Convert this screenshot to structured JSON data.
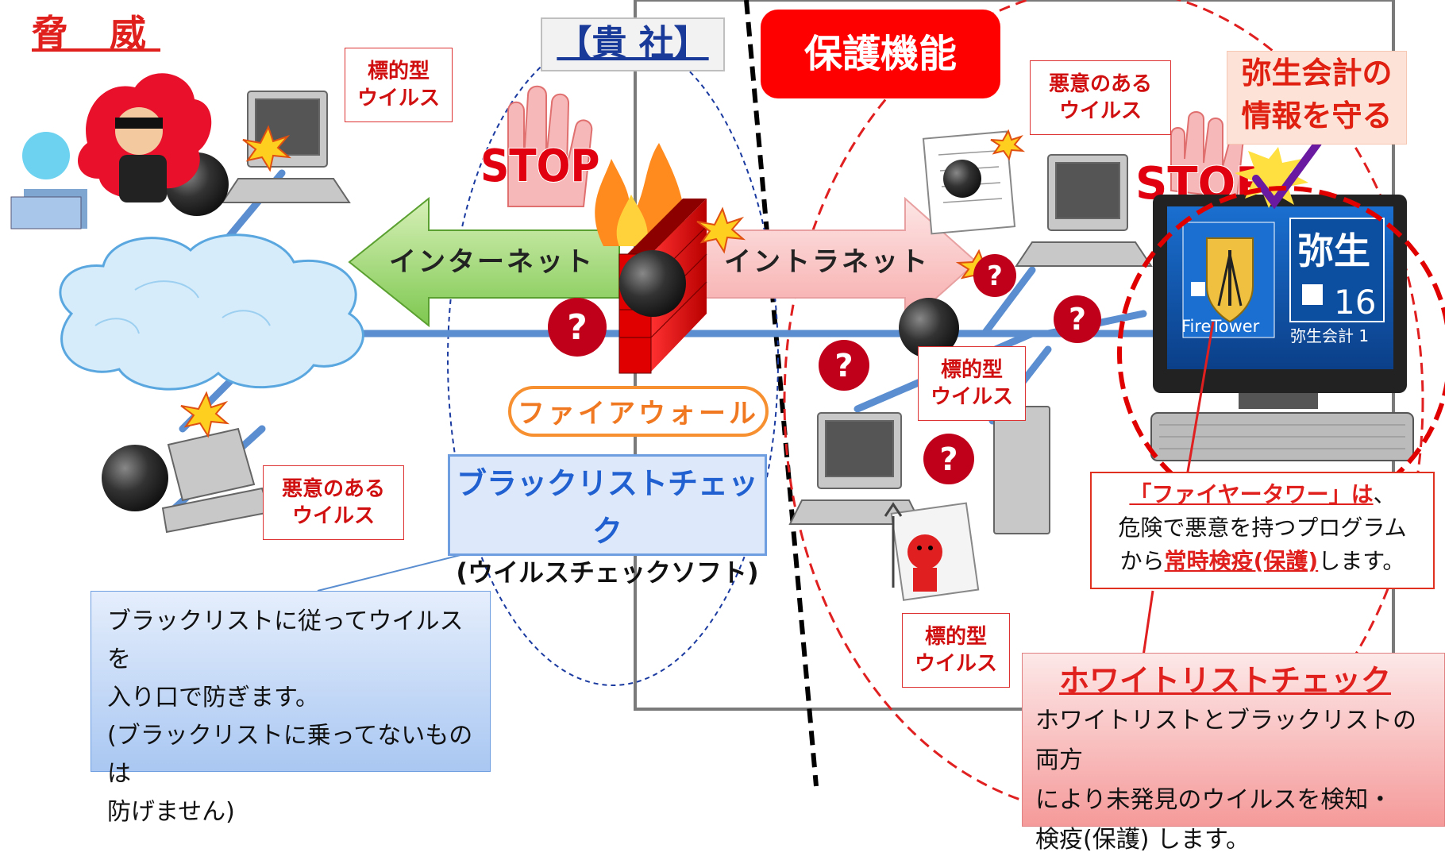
{
  "threat_title": "脅 威",
  "company_label": "【貴 社】",
  "protection_title": "保護機能",
  "yayoi_protect": [
    "弥生会計の",
    "情報を守る"
  ],
  "network": {
    "internet": "インターネット",
    "intranet": "イントラネット"
  },
  "firewall_label": "ファイアウォール",
  "stop_sign": "STOP",
  "question_mark": "?",
  "virus_labels": {
    "targeted": [
      "標的型",
      "ウイルス"
    ],
    "malicious": [
      "悪意のある",
      "ウイルス"
    ]
  },
  "blacklist": {
    "title": "ブラックリストチェック",
    "subtitle": "(ウイルスチェックソフト)"
  },
  "blacklist_note": [
    "ブラックリストに従ってウイルスを",
    "入り口で防ぎます。",
    "(ブラックリストに乗ってないものは",
    "防げません)"
  ],
  "screen_icons": {
    "firetower": "FireTower",
    "yayoi_name": "弥生",
    "yayoi_version": "16",
    "yayoi_caption": "弥生会計 1"
  },
  "firetower_note": {
    "product": "「ファイヤータワー」は",
    "after_product": "、",
    "line2": "危険で悪意を持つプログラム",
    "line3_pre": "から",
    "line3_hl": "常時検疫(保護)",
    "line3_post": "します。"
  },
  "whitelist": {
    "title": "ホワイトリストチェック",
    "lines": [
      "ホワイトリストとブラックリストの両方",
      "により未発見のウイルスを検知・",
      "検疫(保護) します。"
    ]
  },
  "colors": {
    "accent_red": "#e0201c",
    "blue": "#2060d0",
    "orange": "#f07820"
  }
}
